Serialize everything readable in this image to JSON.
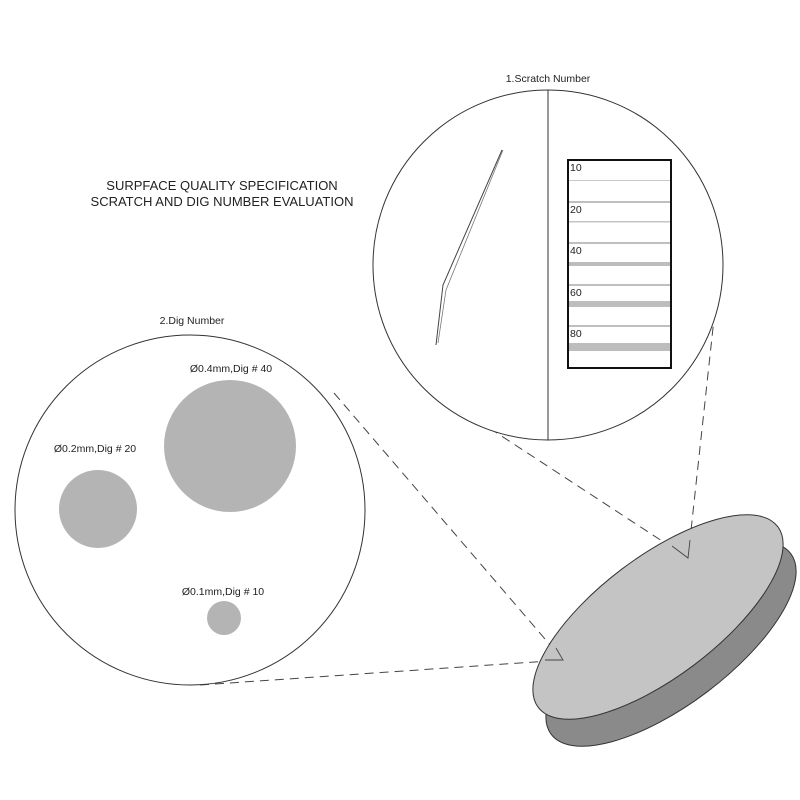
{
  "title": {
    "line1": "SURPFACE QUALITY SPECIFICATION",
    "line2": "SCRATCH AND DIG NUMBER EVALUATION"
  },
  "scratch": {
    "label": "1.Scratch Number",
    "scale": [
      {
        "label": "10"
      },
      {
        "label": "20"
      },
      {
        "label": "40"
      },
      {
        "label": "60"
      },
      {
        "label": "80"
      }
    ]
  },
  "dig": {
    "label": "2.Dig Number",
    "items": [
      {
        "label": "Ø0.4mm,Dig # 40"
      },
      {
        "label": "Ø0.2mm,Dig # 20"
      },
      {
        "label": "Ø0.1mm,Dig # 10"
      }
    ]
  },
  "colors": {
    "line": "#222222",
    "dig_fill": "#b4b4b4",
    "lens_top": "#c4c4c4",
    "lens_side": "#8a8a8a",
    "scale_band": "#bdbdbd"
  }
}
